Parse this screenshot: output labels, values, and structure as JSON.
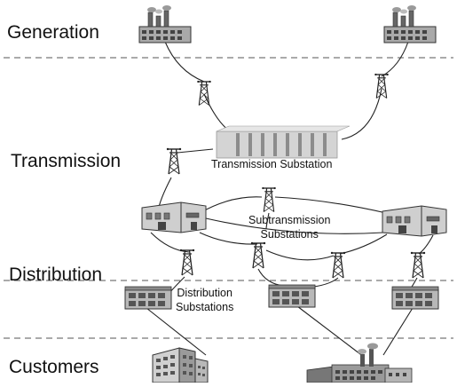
{
  "tiers": {
    "generation": "Generation",
    "transmission": "Transmission",
    "distribution": "Distribution",
    "customers": "Customers"
  },
  "labels": {
    "transmission_substation": "Transmission Substation",
    "subtransmission_line1": "Subtransmission",
    "subtransmission_line2": "Substations",
    "distribution_line1": "Distribution",
    "distribution_line2": "Substations"
  },
  "colors": {
    "line": "#222222",
    "divider": "#555555",
    "building_fill": "#b8b8b8",
    "building_dark": "#555555",
    "substation_fill": "#d4d4d4"
  }
}
